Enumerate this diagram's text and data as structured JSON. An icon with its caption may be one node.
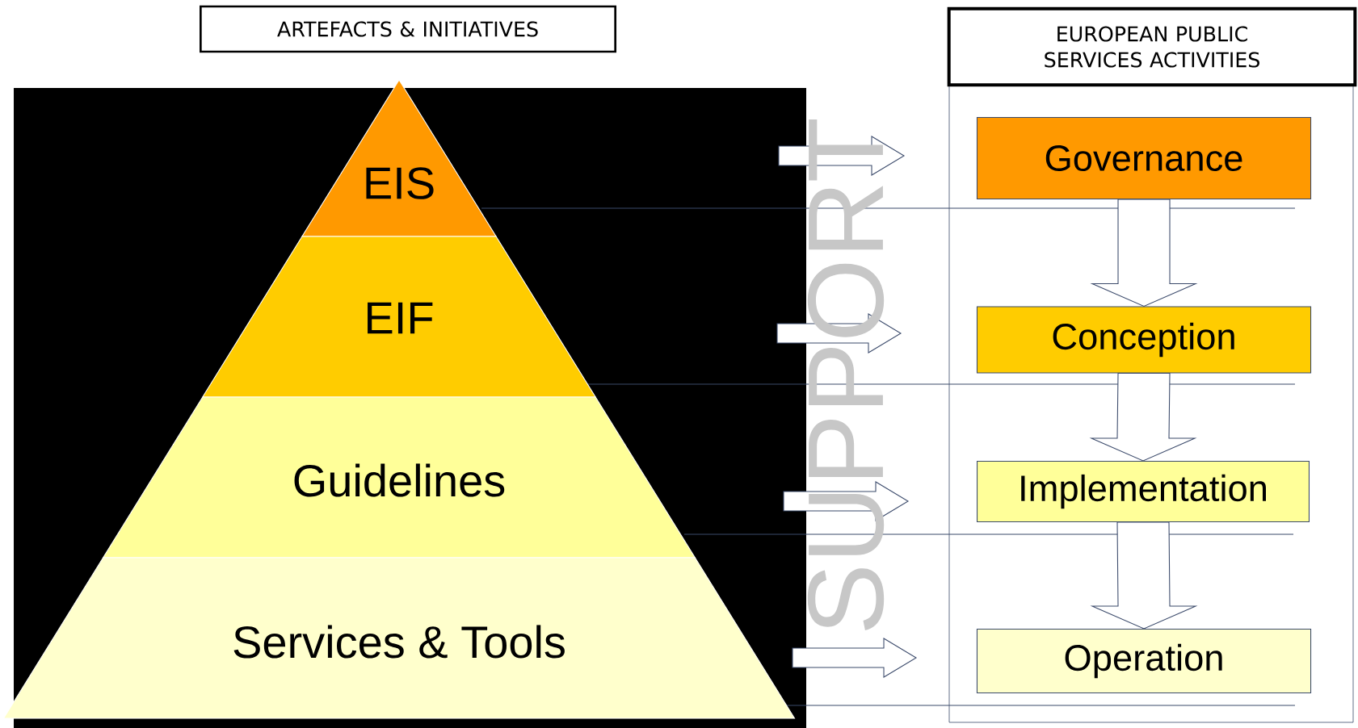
{
  "diagram": {
    "nodes": [
      {
        "text": [
          "ARTEFACTS & INITIATIVES"
        ]
      },
      {
        "text": [
          "EUROPEAN PUBLIC SERVICES ACTIVITIES"
        ]
      },
      {
        "text": [
          "EIS"
        ]
      },
      {
        "text": [
          "EIF"
        ]
      },
      {
        "text": [
          "Guidelines"
        ]
      },
      {
        "text": [
          "Services & Tools"
        ]
      },
      {
        "text": [
          "Governance"
        ]
      },
      {
        "text": [
          "Conception"
        ]
      },
      {
        "text": [
          "Implementation"
        ]
      },
      {
        "text": [
          "Operation"
        ]
      }
    ],
    "edges": [
      {
        "from": 6,
        "to": 7,
        "arrow": "to"
      },
      {
        "from": 7,
        "to": 8,
        "arrow": "to"
      },
      {
        "from": 8,
        "to": 9,
        "arrow": "to"
      }
    ],
    "labels": [
      "SUPPORT"
    ]
  }
}
